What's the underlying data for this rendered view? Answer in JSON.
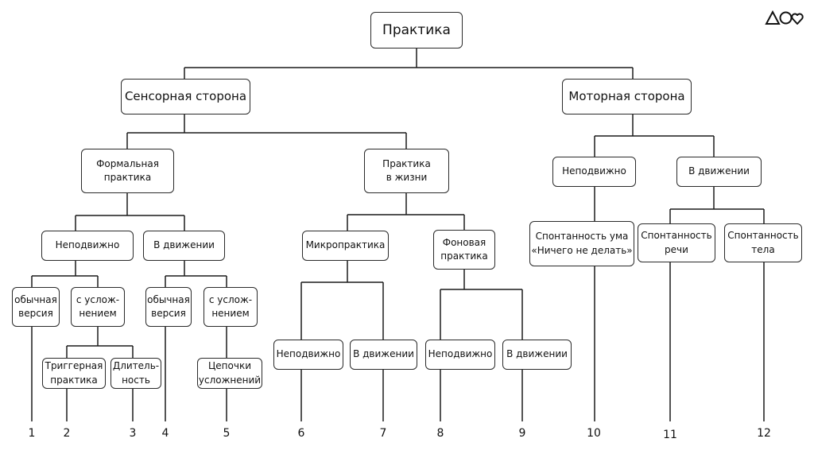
{
  "colors": {
    "line": "#1a1a1a",
    "border": "#2a2a2a",
    "background": "#ffffff"
  },
  "logo_icon": "triangle-circle-heart-logo",
  "nodes": {
    "root": "Практика",
    "sensory": "Сенсорная сторона",
    "motor": "Моторная сторона",
    "formal": "Формальная\nпрактика",
    "life": "Практика\nв жизни",
    "motor_still": "Неподвижно",
    "motor_move": "В движении",
    "formal_still": "Неподвижно",
    "formal_move": "В движении",
    "micro": "Микропрактика",
    "background": "Фоновая\nпрактика",
    "spont_mind": "Спонтанность ума\n«Ничего не делать»",
    "spont_speech": "Спонтанность\nречи",
    "spont_body": "Спонтанность\nтела",
    "fs_regular": "обычная\nверсия",
    "fs_complex": "с услож-\nнением",
    "fm_regular": "обычная\nверсия",
    "fm_complex": "с услож-\nнением",
    "trigger": "Триггерная\nпрактика",
    "duration": "Длитель-\nность",
    "chains": "Цепочки\nусложнений",
    "micro_still": "Неподвижно",
    "micro_move": "В движении",
    "bg_still": "Неподвижно",
    "bg_move": "В движении"
  },
  "numbers": [
    "1",
    "2",
    "3",
    "4",
    "5",
    "6",
    "7",
    "8",
    "9",
    "10",
    "11",
    "12"
  ]
}
